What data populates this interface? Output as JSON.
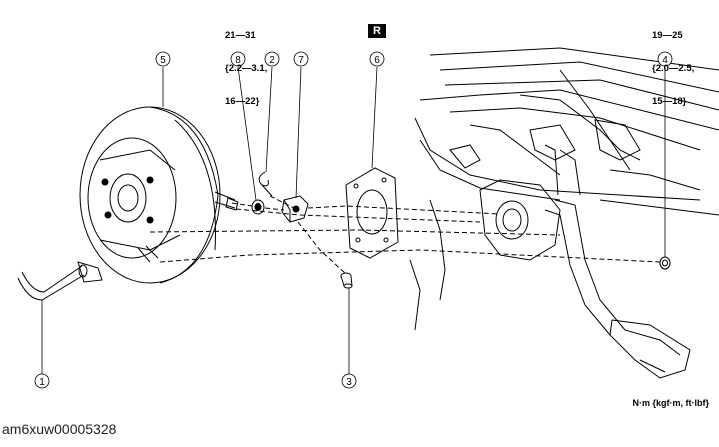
{
  "callouts": [
    {
      "id": "1",
      "label": "1"
    },
    {
      "id": "2",
      "label": "2"
    },
    {
      "id": "3",
      "label": "3"
    },
    {
      "id": "4",
      "label": "4"
    },
    {
      "id": "5",
      "label": "5"
    },
    {
      "id": "6",
      "label": "6"
    },
    {
      "id": "7",
      "label": "7"
    },
    {
      "id": "8",
      "label": "8"
    }
  ],
  "torque_left": {
    "line1": "21—31",
    "line2": "{2.2—3.1,",
    "line3": "16—22}"
  },
  "torque_right": {
    "line1": "19—25",
    "line2": "{2.0—2.5,",
    "line3": "15—18}"
  },
  "replace_badge": "R",
  "units_note": "N·m {kgf·m, ft·lbf}",
  "document_id": "am6xuw00005328"
}
